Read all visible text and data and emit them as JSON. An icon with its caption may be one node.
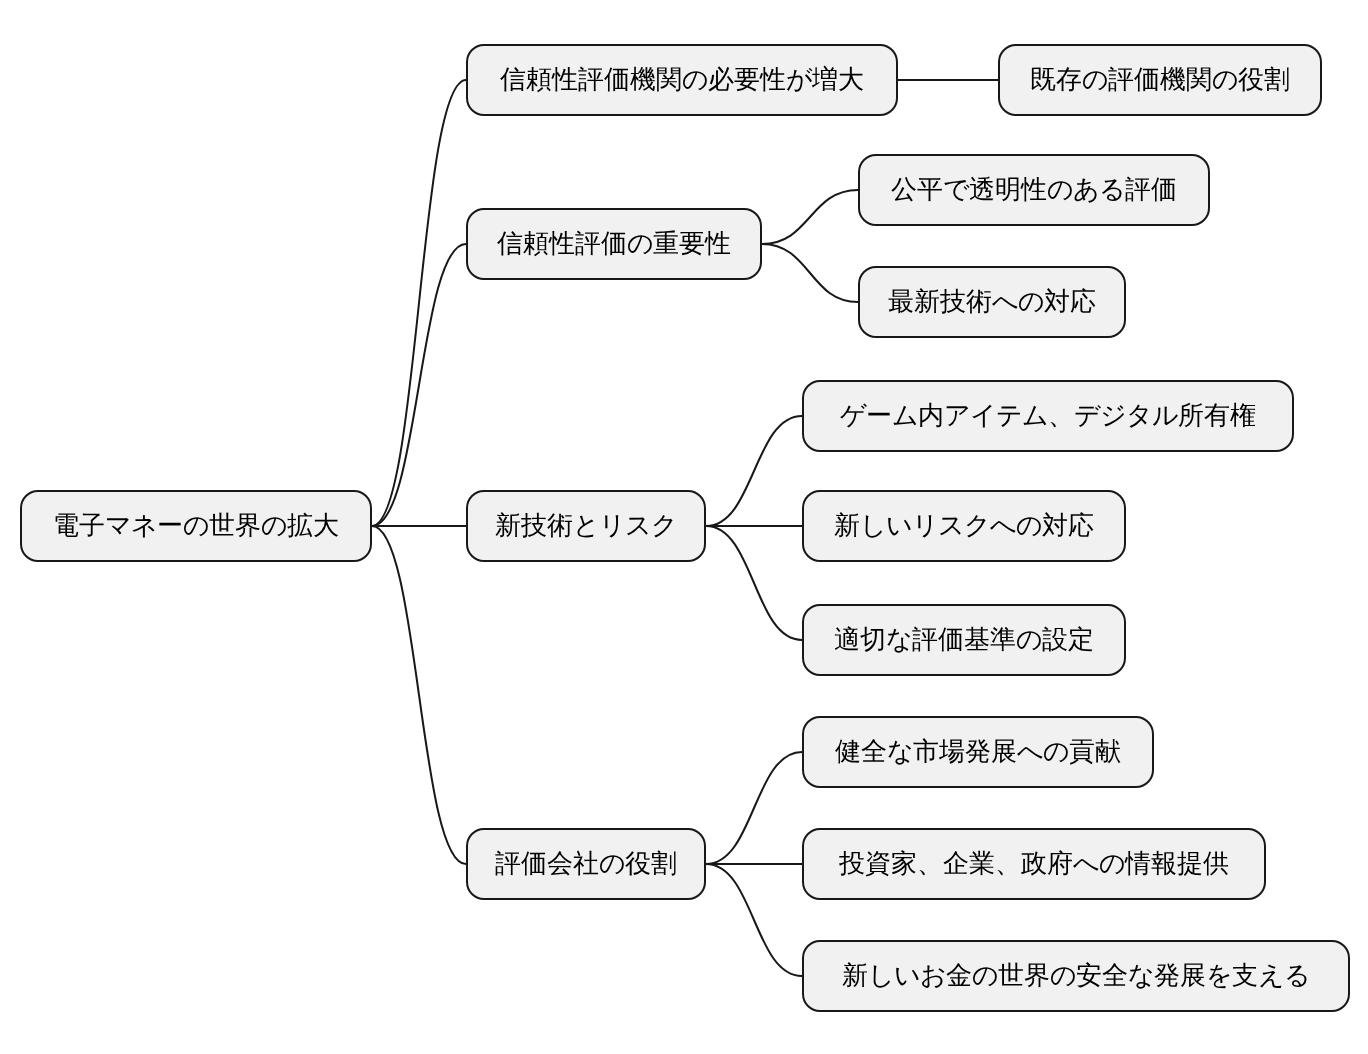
{
  "diagram": {
    "nodes": [
      {
        "text": [
          "電子マネーの世界の拡大"
        ]
      },
      {
        "text": [
          "信頼性評価機関の必要性が増大"
        ]
      },
      {
        "text": [
          "既存の評価機関の役割"
        ]
      },
      {
        "text": [
          "信頼性評価の重要性"
        ]
      },
      {
        "text": [
          "公平で透明性のある評価"
        ]
      },
      {
        "text": [
          "最新技術への対応"
        ]
      },
      {
        "text": [
          "新技術とリスク"
        ]
      },
      {
        "text": [
          "ゲーム内アイテム、デジタル所有権"
        ]
      },
      {
        "text": [
          "新しいリスクへの対応"
        ]
      },
      {
        "text": [
          "適切な評価基準の設定"
        ]
      },
      {
        "text": [
          "評価会社の役割"
        ]
      },
      {
        "text": [
          "健全な市場発展への貢献"
        ]
      },
      {
        "text": [
          "投資家、企業、政府への情報提供"
        ]
      },
      {
        "text": [
          "新しいお金の世界の安全な発展を支える"
        ]
      }
    ],
    "edges": [
      {
        "from": 0,
        "to": 1,
        "arrow": "none"
      },
      {
        "from": 1,
        "to": 2,
        "arrow": "none"
      },
      {
        "from": 0,
        "to": 3,
        "arrow": "none"
      },
      {
        "from": 3,
        "to": 4,
        "arrow": "none"
      },
      {
        "from": 3,
        "to": 5,
        "arrow": "none"
      },
      {
        "from": 0,
        "to": 6,
        "arrow": "none"
      },
      {
        "from": 6,
        "to": 7,
        "arrow": "none"
      },
      {
        "from": 6,
        "to": 8,
        "arrow": "none"
      },
      {
        "from": 6,
        "to": 9,
        "arrow": "none"
      },
      {
        "from": 0,
        "to": 10,
        "arrow": "none"
      },
      {
        "from": 10,
        "to": 11,
        "arrow": "none"
      },
      {
        "from": 10,
        "to": 12,
        "arrow": "none"
      },
      {
        "from": 10,
        "to": 13,
        "arrow": "none"
      }
    ]
  }
}
